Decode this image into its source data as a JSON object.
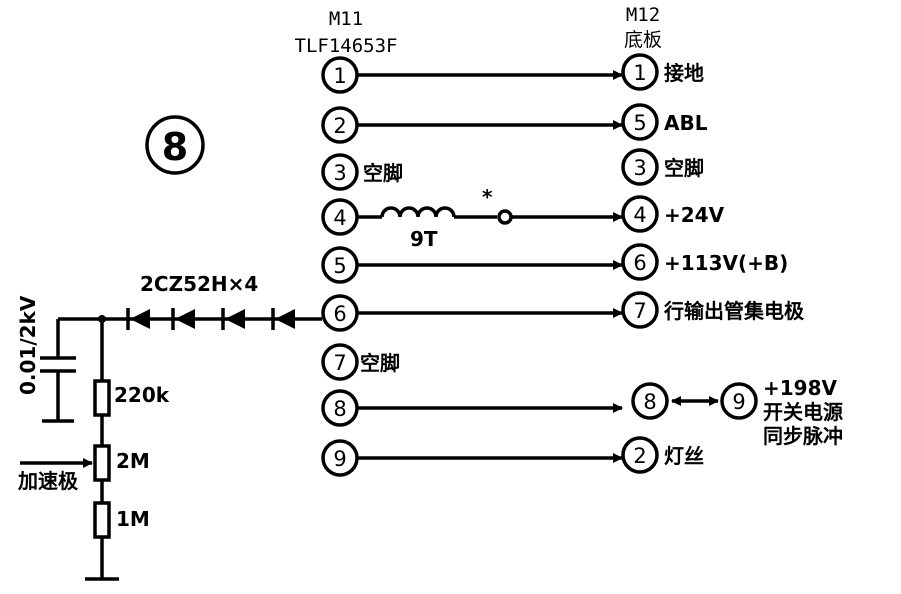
{
  "figure_label": "8",
  "left_header": {
    "line1": "M11",
    "line2": "TLF14653F"
  },
  "right_header": {
    "line1": "M12",
    "line2": "底板"
  },
  "left_pins": [
    {
      "num": "1",
      "note": ""
    },
    {
      "num": "2",
      "note": ""
    },
    {
      "num": "3",
      "note": "空脚"
    },
    {
      "num": "4",
      "note": ""
    },
    {
      "num": "5",
      "note": ""
    },
    {
      "num": "6",
      "note": ""
    },
    {
      "num": "7",
      "note": "空脚"
    },
    {
      "num": "8",
      "note": ""
    },
    {
      "num": "9",
      "note": ""
    }
  ],
  "right_pins": [
    {
      "num": "1",
      "label": "接地"
    },
    {
      "num": "5",
      "label": "ABL"
    },
    {
      "num": "3",
      "label": "空脚"
    },
    {
      "num": "4",
      "label": "+24V"
    },
    {
      "num": "6",
      "label": "+113V(+B)"
    },
    {
      "num": "7",
      "label": "行输出管集电极"
    },
    {
      "num": "8",
      "label": ""
    },
    {
      "num": "2",
      "label": "灯丝"
    }
  ],
  "extra_pin": {
    "num": "9",
    "lines": [
      "+198V",
      "开关电源",
      "同步脉冲"
    ]
  },
  "inductor": {
    "turns": "9T",
    "mark": "*"
  },
  "diodes_label": "2CZ52H×4",
  "capacitor_label": "0.01/2kV",
  "resistors": [
    "220k",
    "2M",
    "1M"
  ],
  "accel_label": "加速极"
}
